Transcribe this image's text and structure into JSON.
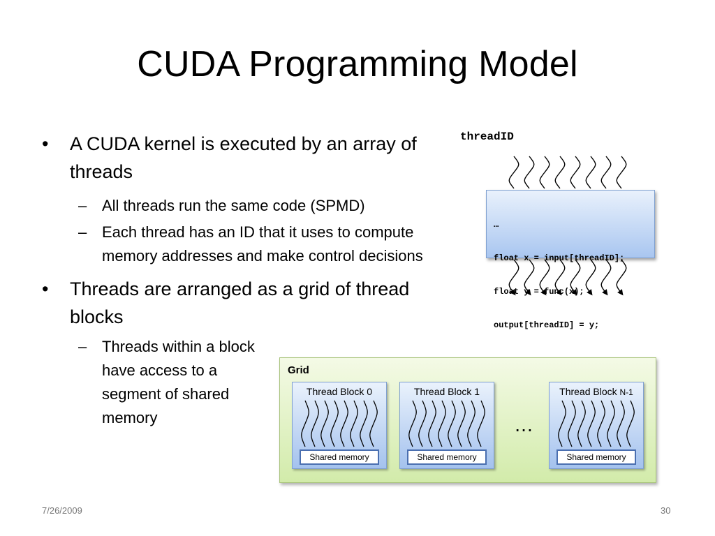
{
  "slide": {
    "title": "CUDA Programming Model",
    "bullets": [
      {
        "text": "A CUDA kernel is executed by an array of threads",
        "sub": [
          "All threads run the same code (SPMD)",
          "Each thread has an ID that it uses to compute memory addresses and make control decisions"
        ]
      },
      {
        "text": "Threads are arranged as a grid of thread blocks",
        "sub": [
          "Threads within a block have access to a segment of shared memory"
        ]
      }
    ],
    "bullet_symbol": "•",
    "dash_symbol": "–"
  },
  "diagram_top": {
    "label": "threadID",
    "code": [
      "…",
      "float x = input[threadID];",
      "float y = func(x);",
      "output[threadID] = y;",
      "…"
    ]
  },
  "diagram_grid": {
    "label": "Grid",
    "blocks": [
      {
        "prefix": "Thread Block ",
        "index": "0",
        "shared": "Shared memory"
      },
      {
        "prefix": "Thread Block ",
        "index": "1",
        "shared": "Shared memory"
      },
      {
        "prefix": "Thread Block ",
        "index": "N-1",
        "shared": "Shared memory"
      }
    ],
    "ellipsis": "…"
  },
  "footer": {
    "date": "7/26/2009",
    "page": "30"
  },
  "colors": {
    "code_box": "#a9c6f0",
    "grid_box": "#d2ebaa",
    "shared_border": "#4a6fb0"
  }
}
